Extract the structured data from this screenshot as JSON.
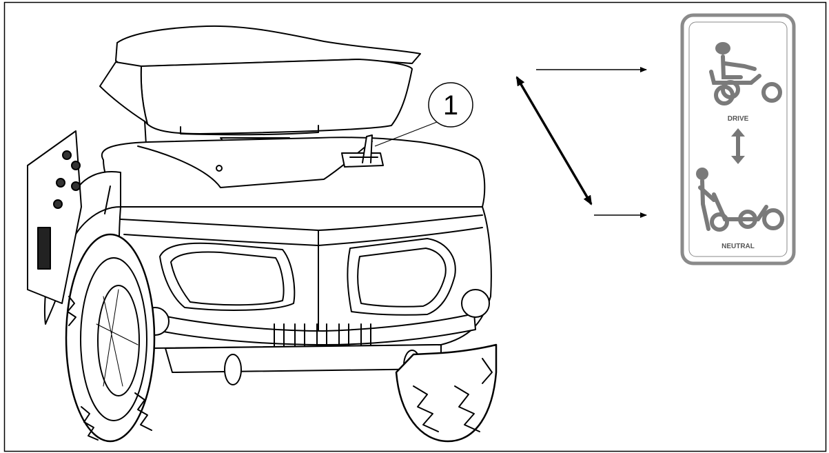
{
  "callout": {
    "number": "1"
  },
  "sign": {
    "drive_label": "DRIVE",
    "neutral_label": "NEUTRAL"
  },
  "colors": {
    "line": "#000000",
    "sign_frame": "#8a8a8a",
    "sign_figure": "#7a7a7a",
    "background": "#ffffff"
  },
  "icons": {
    "drive_pictogram": "drive-mode-icon",
    "neutral_pictogram": "neutral-mode-icon",
    "toggle_arrow": "double-vertical-arrow-icon"
  }
}
